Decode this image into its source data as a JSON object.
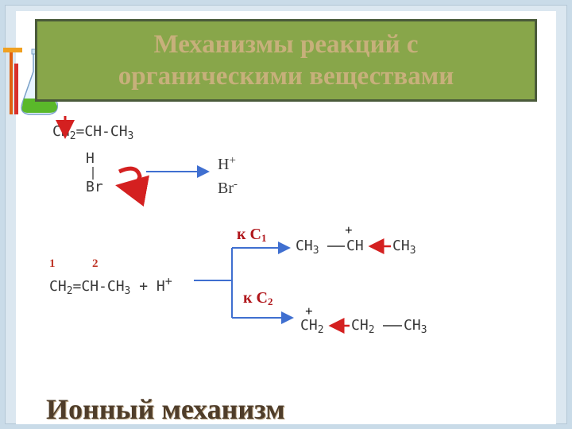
{
  "title": {
    "line1": "Механизмы реакций с",
    "line2": "органическими веществами"
  },
  "top_reaction": {
    "ch2": "CH",
    "ch2_sub": "2",
    "rest_a": "=CH-CH",
    "rest_a_sub": "3",
    "h_atom": "H",
    "br_atom": "Br",
    "h_plus": "H",
    "h_plus_sup": "+",
    "br_minus": "Br",
    "br_minus_sup": "-"
  },
  "main_reaction": {
    "num1": "1",
    "num2": "2",
    "ch2": "CH",
    "ch2_sub": "2",
    "mid": "=CH-CH",
    "mid_sub": "3",
    "plus_h": " + H",
    "plus_h_sup": "+"
  },
  "branch1": {
    "label": "к С",
    "label_sub": "1",
    "ch3_left": "CH",
    "ch3_left_sub": "3",
    "ch": "CH",
    "ch3_right": "CH",
    "ch3_right_sub": "3",
    "charge": "+"
  },
  "branch2": {
    "label": "к С",
    "label_sub": "2",
    "ch2_a": "CH",
    "ch2_a_sub": "2",
    "ch2_b": "CH",
    "ch2_b_sub": "2",
    "ch3": "CH",
    "ch3_sub": "3",
    "charge": "+"
  },
  "footer": "Ионный механизм",
  "colors": {
    "title_bg": "#88a64a",
    "title_text": "#c7b07b",
    "arrow_blue": "#3f6fd0",
    "arrow_red": "#d42020",
    "label_red": "#b0161b",
    "footer": "#4f3d2a"
  }
}
